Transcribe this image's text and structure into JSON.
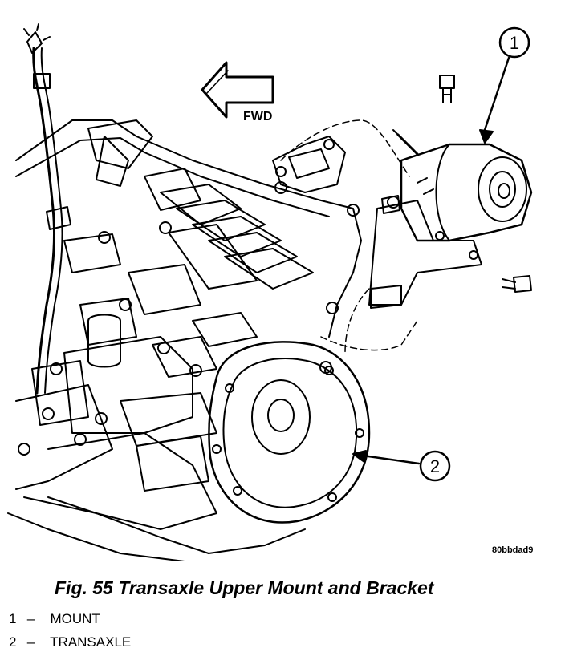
{
  "diagram": {
    "fwd_label": "FWD",
    "image_code": "80bbdad9",
    "callouts": [
      "1",
      "2"
    ]
  },
  "caption": "Fig. 55 Transaxle Upper Mount and Bracket",
  "legend": [
    {
      "number": "1",
      "separator": "–",
      "label": "MOUNT"
    },
    {
      "number": "2",
      "separator": "–",
      "label": "TRANSAXLE"
    }
  ]
}
